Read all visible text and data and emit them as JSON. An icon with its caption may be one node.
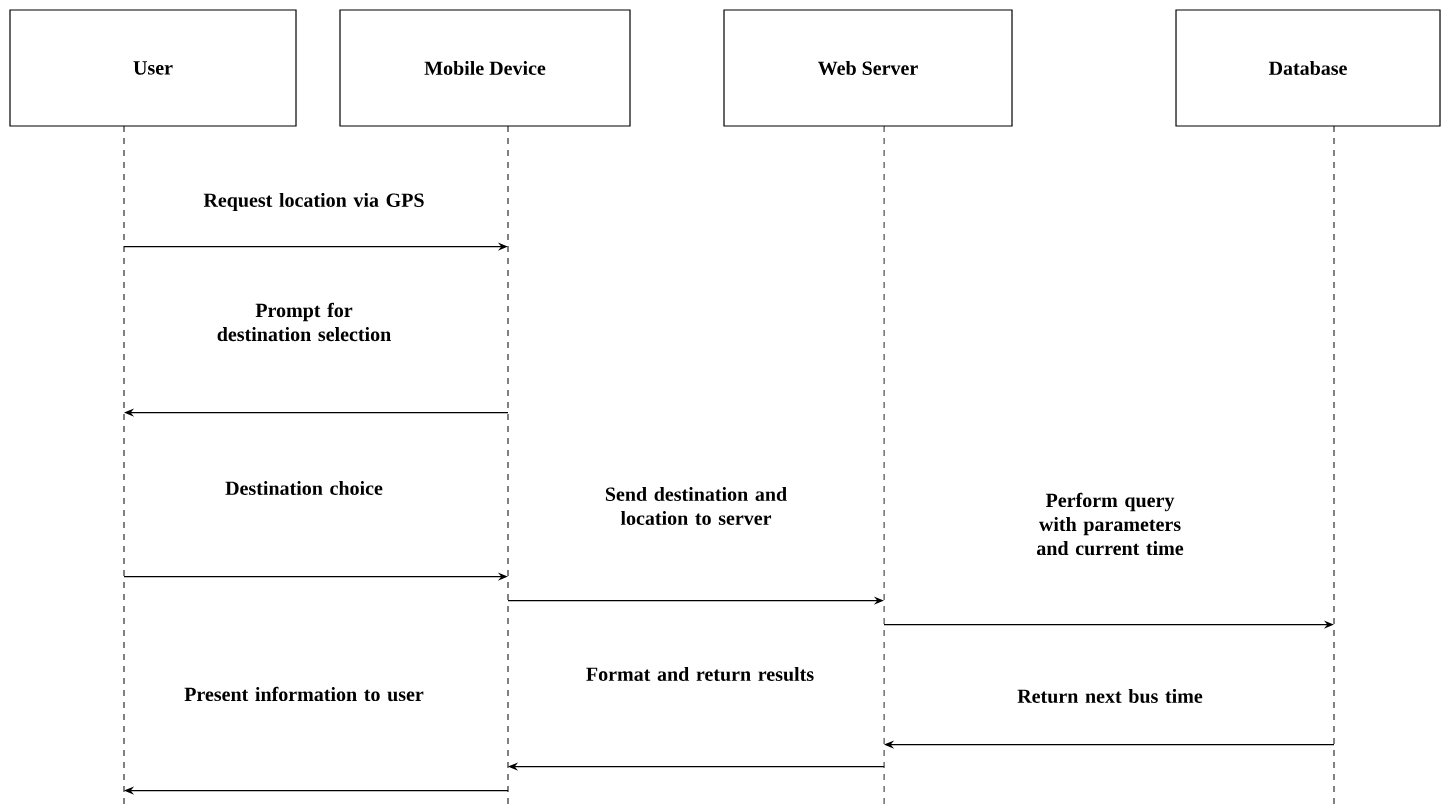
{
  "diagram": {
    "nodes": [
      {
        "text": [
          "User"
        ]
      },
      {
        "text": [
          "Mobile Device"
        ]
      },
      {
        "text": [
          "Web Server"
        ]
      },
      {
        "text": [
          "Database"
        ]
      }
    ],
    "edges": [
      {
        "from": 0,
        "to": 1,
        "arrow": "to",
        "label": "Request location via GPS"
      },
      {
        "from": 1,
        "to": 0,
        "arrow": "to",
        "label": "Prompt for destination selection"
      },
      {
        "from": 0,
        "to": 1,
        "arrow": "to",
        "label": "Destination choice"
      },
      {
        "from": 1,
        "to": 2,
        "arrow": "to",
        "label": "Send destination and location to server"
      },
      {
        "from": 2,
        "to": 3,
        "arrow": "to",
        "label": "Perform query with parameters and current time"
      },
      {
        "from": 3,
        "to": 2,
        "arrow": "to",
        "label": "Return next bus time"
      },
      {
        "from": 2,
        "to": 1,
        "arrow": "to",
        "label": "Format and return results"
      },
      {
        "from": 1,
        "to": 0,
        "arrow": "to",
        "label": "Present information to user"
      }
    ]
  }
}
